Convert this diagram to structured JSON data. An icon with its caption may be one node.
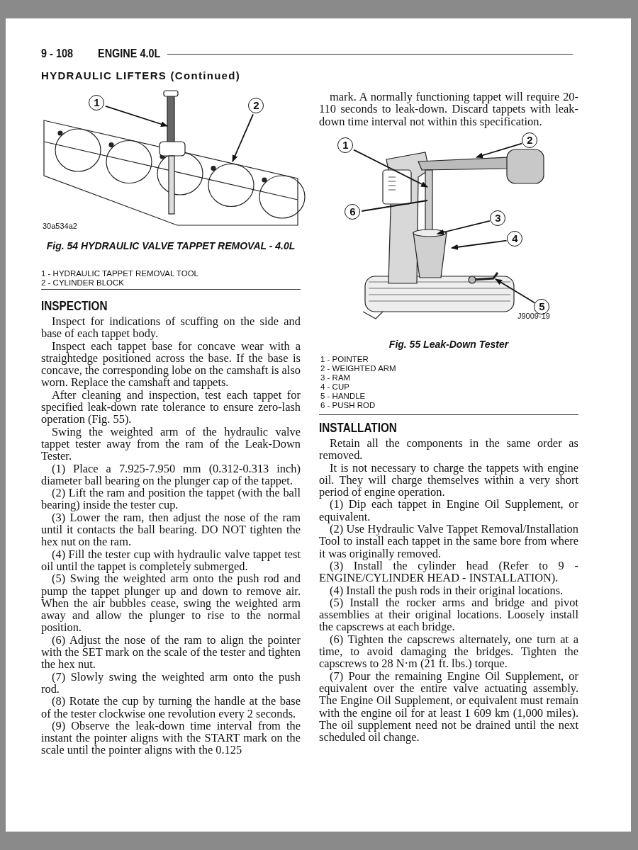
{
  "diagram": {
    "title": "HYDRAULIC LIFTERS (Continued)",
    "nodes": [
      {
        "text": [
          "1"
        ]
      },
      {
        "text": [
          "2"
        ]
      },
      {
        "text": [
          "1"
        ]
      },
      {
        "text": [
          "2"
        ]
      },
      {
        "text": [
          "6"
        ]
      },
      {
        "text": [
          "3"
        ]
      },
      {
        "text": [
          "4"
        ]
      },
      {
        "text": [
          "5"
        ]
      }
    ],
    "edges": [
      {
        "from": 0,
        "to": null,
        "arrow": "to"
      },
      {
        "from": 1,
        "to": null,
        "arrow": "to"
      },
      {
        "from": 2,
        "to": null,
        "arrow": "to"
      },
      {
        "from": 3,
        "to": null,
        "arrow": "to"
      },
      {
        "from": 4,
        "to": null,
        "arrow": "none"
      },
      {
        "from": 5,
        "to": null,
        "arrow": "to"
      },
      {
        "from": 6,
        "to": null,
        "arrow": "to"
      },
      {
        "from": 7,
        "to": null,
        "arrow": "to"
      }
    ],
    "labels": [
      "9 - 108",
      "ENGINE 4.0L",
      "30a534a2",
      "Fig. 54 HYDRAULIC VALVE TAPPET REMOVAL - 4.0L",
      "1 - HYDRAULIC TAPPET REMOVAL TOOL",
      "2 - CYLINDER BLOCK",
      "INSPECTION",
      "Inspect for indications of scuffing on the side and base of each tappet body.",
      "Inspect each tappet base for concave wear with a straightedge positioned across the base. If the base is concave, the corresponding lobe on the camshaft is also worn. Replace the camshaft and tappets.",
      "After cleaning and inspection, test each tappet for specified leak-down rate tolerance to ensure zero-lash operation (Fig. 55).",
      "Swing the weighted arm of the hydraulic valve tappet tester away from the ram of the Leak-Down Tester.",
      "(1) Place a 7.925-7.950 mm (0.312-0.313 inch) diameter ball bearing on the plunger cap of the tappet.",
      "(2) Lift the ram and position the tappet (with the ball bearing) inside the tester cup.",
      "(3) Lower the ram, then adjust the nose of the ram until it contacts the ball bearing. DO NOT tighten the hex nut on the ram.",
      "(4) Fill the tester cup with hydraulic valve tappet test oil until the tappet is completely submerged.",
      "(5) Swing the weighted arm onto the push rod and pump the tappet plunger up and down to remove air. When the air bubbles cease, swing the weighted arm away and allow the plunger to rise to the normal position.",
      "(6) Adjust the nose of the ram to align the pointer with the SET mark on the scale of the tester and tighten the hex nut.",
      "(7) Slowly swing the weighted arm onto the push rod.",
      "(8) Rotate the cup by turning the handle at the base of the tester clockwise one revolution every 2 seconds.",
      "(9) Observe the leak-down time interval from the instant the pointer aligns with the START mark on the scale until the pointer aligns with the 0.125",
      "mark. A normally functioning tappet will require 20-110 seconds to leak-down. Discard tappets with leak-down time interval not within this specification.",
      "J9009-19",
      "Fig. 55 Leak-Down Tester",
      "1 - POINTER",
      "2 - WEIGHTED ARM",
      "3 - RAM",
      "4 - CUP",
      "5 - HANDLE",
      "6 - PUSH ROD",
      "INSTALLATION",
      "Retain all the components in the same order as removed.",
      "It is not necessary to charge the tappets with engine oil. They will charge themselves within a very short period of engine operation.",
      "(1) Dip each tappet in Engine Oil Supplement, or equivalent.",
      "(2) Use Hydraulic Valve Tappet Removal/Installation Tool to install each tappet in the same bore from where it was originally removed.",
      "(3) Install the cylinder head (Refer to 9 - ENGINE/CYLINDER HEAD - INSTALLATION).",
      "(4) Install the push rods in their original locations.",
      "(5) Install the rocker arms and bridge and pivot assemblies at their original locations. Loosely install the capscrews at each bridge.",
      "(6) Tighten the capscrews alternately, one turn at a time, to avoid damaging the bridges. Tighten the capscrews to 28 N·m (21 ft. lbs.) torque.",
      "(7) Pour the remaining Engine Oil Supplement, or equivalent over the entire valve actuating assembly. The Engine Oil Supplement, or equivalent must remain with the engine oil for at least 1 609 km (1,000 miles). The oil supplement need not be drained until the next scheduled oil change."
    ]
  }
}
